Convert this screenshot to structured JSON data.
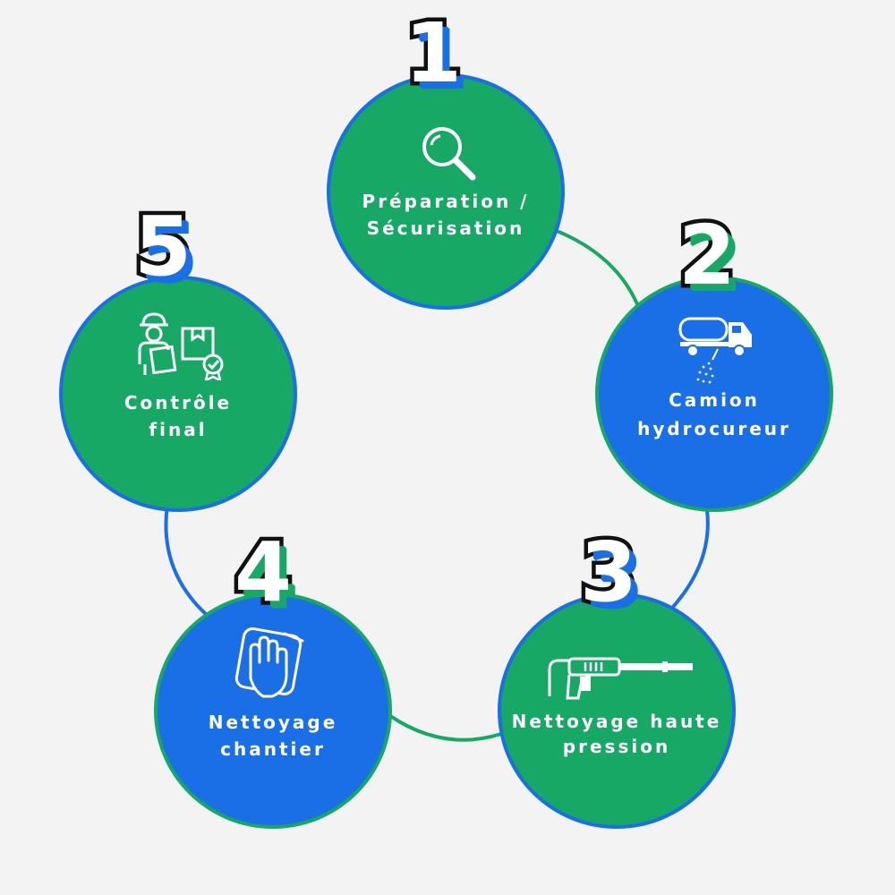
{
  "steps": [
    {
      "number": "1",
      "label_line1": "Préparation /",
      "label_line2": "Sécurisation",
      "icon": "magnifier-icon"
    },
    {
      "number": "2",
      "label_line1": "Camion",
      "label_line2": "hydrocureur",
      "icon": "tanker-truck-icon"
    },
    {
      "number": "3",
      "label_line1": "Nettoyage haute",
      "label_line2": "pression",
      "icon": "pressure-washer-icon"
    },
    {
      "number": "4",
      "label_line1": "Nettoyage",
      "label_line2": "chantier",
      "icon": "hand-wiping-icon"
    },
    {
      "number": "5",
      "label_line1": "Contrôle",
      "label_line2": "final",
      "icon": "inspector-icon"
    }
  ],
  "colors": {
    "green": "#16a864",
    "blue": "#1a6fe6",
    "background": "#f3f3f4"
  }
}
